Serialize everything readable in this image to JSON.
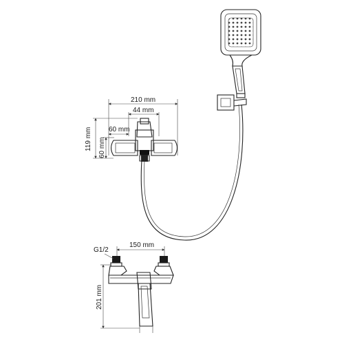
{
  "dimensions": {
    "top_width": "210 mm",
    "body_width": "44 mm",
    "lever_width": "60 mm",
    "total_height": "119 mm",
    "lever_height": "60 mm",
    "thread": "G1/2",
    "connection_distance": "150 mm",
    "front_height": "201 mm"
  }
}
